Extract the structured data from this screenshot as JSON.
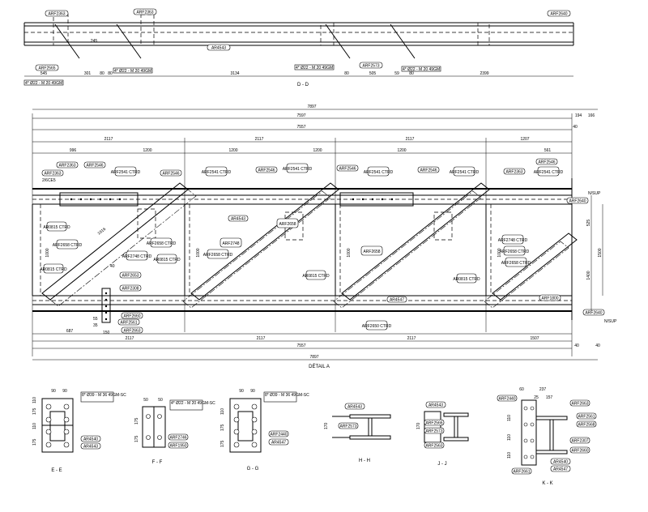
{
  "views": {
    "dd": {
      "label": "D - D",
      "parts_top": [
        "ARF2363",
        "ARF2363",
        "ARF2640"
      ],
      "part_mid": "AR4543",
      "parts_bottom": [
        "ARF2565",
        "ARF2573"
      ],
      "bolts": [
        "4* Ø22 - M 20 49GM",
        "4* Ø22 - M 20 49GM",
        "4* Ø22 - M 20 49GM",
        "4* Ø22 - M 20 49GM"
      ],
      "dims": [
        "545",
        "301",
        "80",
        "80",
        "245",
        "3134",
        "80",
        "505",
        "59",
        "80",
        "2399"
      ]
    },
    "detail_a": {
      "label": "DÉTAIL A",
      "top_dims": [
        "7897",
        "7597",
        "7557",
        "194",
        "166",
        "40"
      ],
      "span_dims": [
        "2117",
        "2117",
        "2117",
        "1207"
      ],
      "sub_dims": [
        "996",
        "1200",
        "1200",
        "1200",
        "1200",
        "561"
      ],
      "bottom_dims": [
        "687",
        "2117",
        "2117",
        "2117",
        "1507"
      ],
      "bottom_totals": [
        "7557",
        "7897",
        "40",
        "40"
      ],
      "vert_dims": [
        "525",
        "1500",
        "1400",
        "1000",
        "1000",
        "1000",
        "1000",
        "1616",
        "40",
        "150",
        "35",
        "55"
      ],
      "parts": [
        "ARF2363",
        "ARF2546",
        "ARF2541 CTRD",
        "ARF2363",
        "ARF2546",
        "ARF2541 CTRD",
        "ARF2546",
        "ARF2541 CTRD",
        "ARF2546",
        "ARF2541 CTRD",
        "ARF2546",
        "ARF2541 CTRD",
        "ARF2363",
        "ARF2546",
        "ARF2541 CTRD",
        "AR0815 CTRD",
        "ARF2658 CTRD",
        "ARF2658 CTRD",
        "ARF2748 CTRD",
        "AR0815 CTRD",
        "ARF2658 CTRD",
        "AR0815 CTRD",
        "ARF2748",
        "AR0815 CTRD",
        "ARF2658",
        "ARF2658",
        "ARF2561",
        "ARF2663",
        "AR4543",
        "ARF2658 CTRD",
        "ARF2658 CTRD",
        "AR0815 CTRD",
        "ARF2748 CTRD",
        "ARF1800",
        "ARF2653",
        "ARF2308",
        "ARF2660",
        "ARF2640",
        "ARF2640",
        "AR4547",
        "ARF2650 CTRD"
      ],
      "notes": [
        "N/SUP",
        "N/SUP",
        "2/6CE5"
      ]
    },
    "ee": {
      "label": "E - E",
      "bolts": "8* Ø39 - M 36 49GM-SC",
      "parts": [
        "AR4540",
        "AR4543"
      ],
      "dims": [
        "90",
        "90",
        "175",
        "110",
        "175",
        "110"
      ]
    },
    "ff": {
      "label": "F - F",
      "bolts": "4* Ø22 - M 20 49GM-SC",
      "parts": [
        "ARF2746",
        "ARF1950"
      ],
      "dims": [
        "50",
        "50",
        "175",
        "175"
      ]
    },
    "gg": {
      "label": "G - G",
      "bolts": "8* Ø39 - M 36 49GM-SC",
      "parts": [
        "ARF2440",
        "AR4547"
      ],
      "dims": [
        "90",
        "90",
        "110",
        "175",
        "175"
      ]
    },
    "hh": {
      "label": "H - H",
      "parts": [
        "AR4543",
        "ARF2573"
      ],
      "dims": [
        "170"
      ]
    },
    "jj": {
      "label": "J - J",
      "parts": [
        "AR4543",
        "ARF2566",
        "ARF2573",
        "ARF2563"
      ],
      "dims": [
        "170"
      ]
    },
    "kk": {
      "label": "K - K",
      "parts": [
        "ARF2440",
        "ARF2663",
        "ARF2561",
        "ARF2568",
        "ARF2307",
        "ARF2660",
        "AR4540",
        "AR4547",
        "ARF2661"
      ],
      "dims": [
        "60",
        "237",
        "25",
        "157",
        "110",
        "110",
        "110"
      ]
    }
  },
  "colors": {
    "ink": "#000000",
    "paper": "#ffffff"
  }
}
